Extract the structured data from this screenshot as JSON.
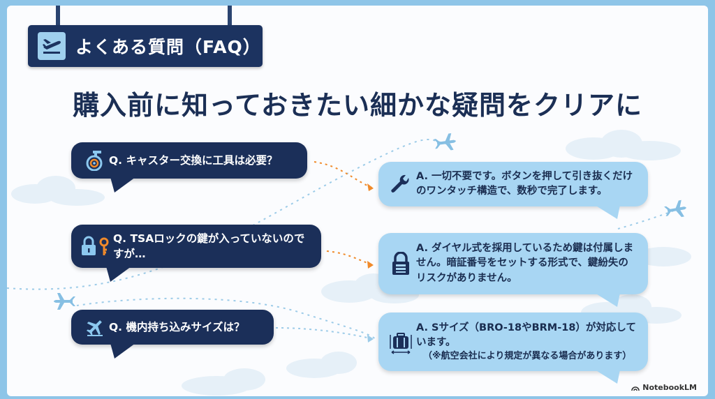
{
  "header": {
    "title": "よくある質問（FAQ）",
    "icon": "airplane-departure-icon"
  },
  "headline": "購入前に知っておきたい細かな疑問をクリアに",
  "faq": [
    {
      "question": "Q. キャスター交換に工具は必要？",
      "question_icon": "caster-wheel-icon",
      "answer": "A. 一切不要です。ボタンを押して引き抜くだけのワンタッチ構造で、数秒で完了します。",
      "answer_icon": "wrench-icon"
    },
    {
      "question": "Q. TSAロックの鍵が入っていないのですが…",
      "question_icon": "lock-and-key-icon",
      "answer": "A. ダイヤル式を採用しているため鍵は付属しません。暗証番号をセットする形式で、鍵紛失のリスクがありません。",
      "answer_icon": "combination-lock-icon"
    },
    {
      "question": "Q. 機内持ち込みサイズは？",
      "question_icon": "airplane-icon",
      "answer": "A. Sサイズ（BRO-18やBRM-18）が対応しています。",
      "answer_note": "（※航空会社により規定が異なる場合があります）",
      "answer_icon": "suitcase-size-icon"
    }
  ],
  "brand": "NotebookLM",
  "colors": {
    "frame": "#8ec5e8",
    "question_bg": "#1b2f59",
    "answer_bg": "#a8d6f3",
    "accent_orange": "#f08a2a",
    "headline": "#1b2f55"
  }
}
